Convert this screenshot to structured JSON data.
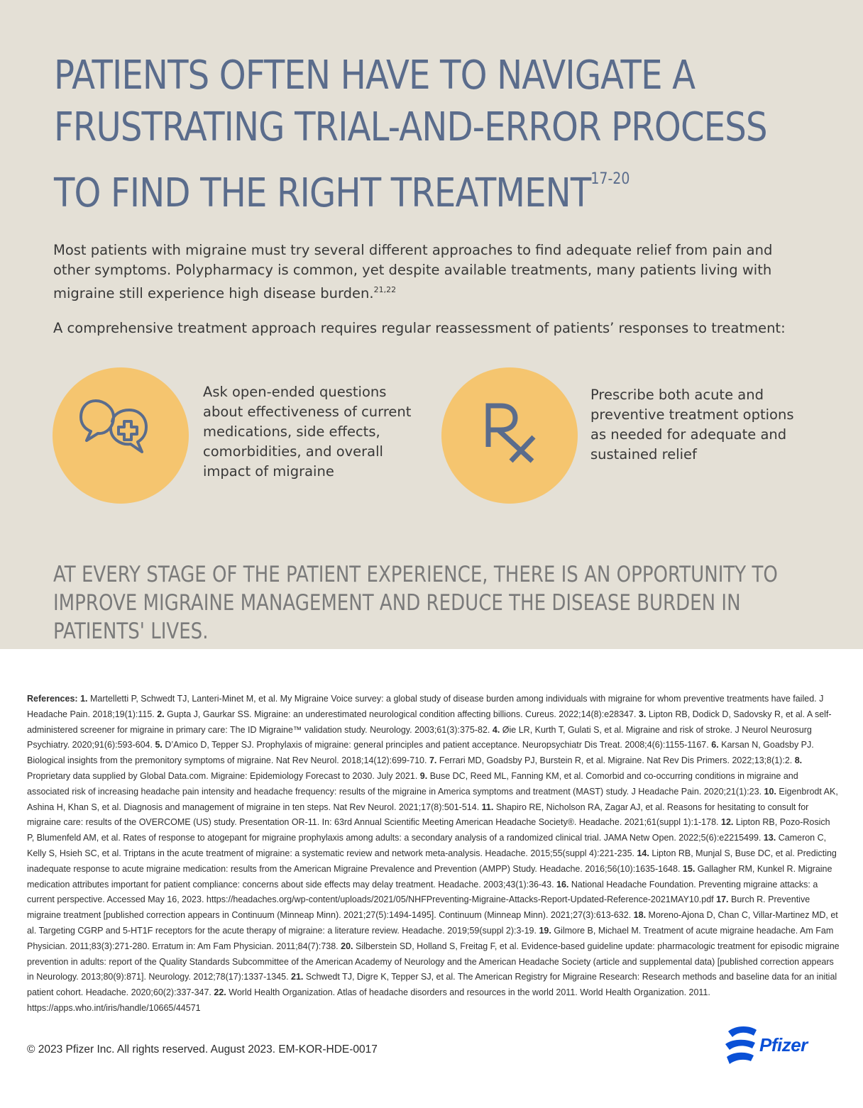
{
  "headline": {
    "text": "PATIENTS OFTEN HAVE TO NAVIGATE A FRUSTRATING TRIAL-AND-ERROR PROCESS TO FIND THE RIGHT TREATMENT",
    "citation": "17-20"
  },
  "intro": {
    "text": "Most patients with migraine must try several different approaches to find adequate relief from pain and other symptoms. Polypharmacy is common, yet despite available treatments, many patients living with migraine still experience high disease burden.",
    "citation": "21,22"
  },
  "lead": "A comprehensive treatment approach requires regular reassessment of patients’ responses to treatment:",
  "points": [
    {
      "icon": "chat-bubbles-medical-cross-icon",
      "text": "Ask open-ended questions about effectiveness of current medications, side effects, comorbidities, and overall impact of migraine"
    },
    {
      "icon": "rx-prescription-icon",
      "text": "Prescribe both acute and preventive treatment options as needed for adequate and sustained relief"
    }
  ],
  "closing": "AT EVERY STAGE OF THE PATIENT EXPERIENCE, THERE IS AN OPPORTUNITY TO IMPROVE MIGRAINE MANAGEMENT AND REDUCE THE DISEASE BURDEN IN PATIENTS' LIVES.",
  "references": {
    "label": "References:",
    "items": [
      {
        "n": "1.",
        "text": " Martelletti P, Schwedt TJ, Lanteri-Minet M, et al. My Migraine Voice survey: a global study of disease burden among individuals with migraine for whom preventive treatments have failed. J Headache Pain. 2018;19(1):115. "
      },
      {
        "n": "2.",
        "text": " Gupta J, Gaurkar SS. Migraine: an underestimated neurological condition affecting billions. Cureus. 2022;14(8):e28347. "
      },
      {
        "n": "3.",
        "text": " Lipton RB, Dodick D, Sadovsky R, et al. A self-administered screener for migraine in primary care: The ID Migraine™ validation study. Neurology. 2003;61(3):375-82. "
      },
      {
        "n": "4.",
        "text": " Øie LR, Kurth T, Gulati S, et al. Migraine and risk of stroke. J Neurol Neurosurg Psychiatry. 2020;91(6):593-604. "
      },
      {
        "n": "5.",
        "text": " D’Amico D, Tepper SJ. Prophylaxis of migraine: general principles and patient acceptance. Neuropsychiatr Dis Treat. 2008;4(6):1155-1167. "
      },
      {
        "n": "6.",
        "text": " Karsan N, Goadsby PJ. Biological insights from the premonitory symptoms of migraine. Nat Rev Neurol. 2018;14(12):699-710. "
      },
      {
        "n": "7.",
        "text": " Ferrari MD, Goadsby PJ, Burstein R, et al. Migraine. Nat Rev Dis Primers. 2022;13;8(1):2. "
      },
      {
        "n": "8.",
        "text": " Proprietary data supplied by Global Data.com. Migraine: Epidemiology Forecast to 2030. July 2021. "
      },
      {
        "n": "9.",
        "text": " Buse DC, Reed ML, Fanning KM, et al. Comorbid and co-occurring conditions in migraine and associated risk of increasing headache pain intensity and headache frequency: results of the migraine in America symptoms and treatment (MAST) study. J Headache Pain. 2020;21(1):23. "
      },
      {
        "n": "10.",
        "text": " Eigenbrodt AK, Ashina H, Khan S, et al. Diagnosis and management of migraine in ten steps. Nat Rev Neurol. 2021;17(8):501-514."
      },
      {
        "n": "11.",
        "text": " Shapiro RE, Nicholson RA, Zagar AJ, et al. Reasons for hesitating to consult for migraine care: results of the OVERCOME (US) study. Presentation OR-11. In: 63rd Annual Scientific Meeting American Headache Society®. Headache. 2021;61(suppl 1):1-178. "
      },
      {
        "n": "12.",
        "text": " Lipton RB, Pozo-Rosich P, Blumenfeld AM, et al. Rates of response to atogepant for migraine prophylaxis among adults: a secondary analysis of a randomized clinical trial. JAMA Netw Open. 2022;5(6):e2215499. "
      },
      {
        "n": "13.",
        "text": " Cameron C, Kelly S, Hsieh SC, et al. Triptans in the acute treatment of migraine: a systematic review and network meta-analysis. Headache. 2015;55(suppl 4):221-235. "
      },
      {
        "n": "14.",
        "text": " Lipton RB, Munjal S, Buse DC, et al. Predicting inadequate response to acute migraine medication: results from the American Migraine Prevalence and Prevention (AMPP) Study. Headache. 2016;56(10):1635-1648. "
      },
      {
        "n": "15.",
        "text": " Gallagher RM, Kunkel R. Migraine medication attributes important for patient compliance: concerns about side effects may delay treatment. Headache. 2003;43(1):36-43. "
      },
      {
        "n": "16.",
        "text": " National Headache Foundation. Preventing migraine attacks: a current perspective. Accessed May 16, 2023. https://headaches.org/wp-content/uploads/2021/05/NHFPreventing-Migraine-Attacks-Report-Updated-Reference-2021MAY10.pdf "
      },
      {
        "n": "17.",
        "text": " Burch R. Preventive migraine treatment [published correction appears in Continuum (Minneap Minn). 2021;27(5):1494-1495]. Continuum (Minneap Minn). 2021;27(3):613-632."
      },
      {
        "n": "18.",
        "text": " Moreno-Ajona D, Chan C, Villar-Martinez MD, et al. Targeting CGRP and 5-HT1F receptors for the acute therapy of migraine: a literature review. Headache. 2019;59(suppl 2):3-19. "
      },
      {
        "n": "19.",
        "text": " Gilmore B, Michael M. Treatment of acute migraine headache. Am Fam Physician. 2011;83(3):271-280. Erratum in: Am Fam Physician. 2011;84(7):738. "
      },
      {
        "n": "20.",
        "text": " Silberstein SD, Holland S, Freitag F, et al. Evidence-based guideline update: pharmacologic treatment for episodic migraine prevention in adults: report of the Quality Standards Subcommittee of the American Academy of Neurology and the American Headache Society (article and supplemental data) [published correction appears in Neurology. 2013;80(9):871]. Neurology. 2012;78(17):1337-1345. "
      },
      {
        "n": "21.",
        "text": " Schwedt TJ, Digre K, Tepper SJ, et al. The American Registry for Migraine Research: Research methods and baseline data for an initial patient cohort. Headache. 2020;60(2):337-347. "
      },
      {
        "n": "22.",
        "text": " World Health Organization. Atlas of headache disorders and resources in the world 2011. World Health Organization. 2011. https://apps.who.int/iris/handle/10665/44571"
      }
    ]
  },
  "copyright": "© 2023 Pfizer Inc. All rights reserved. August 2023. EM-KOR-HDE-0017",
  "logo": {
    "text": "Pfizer",
    "color": "#0a50d6"
  },
  "colors": {
    "hero_bg": "#e4e0d6",
    "headline": "#5a6c8c",
    "circle": "#f5c56f",
    "icon": "#5a6c8c"
  }
}
